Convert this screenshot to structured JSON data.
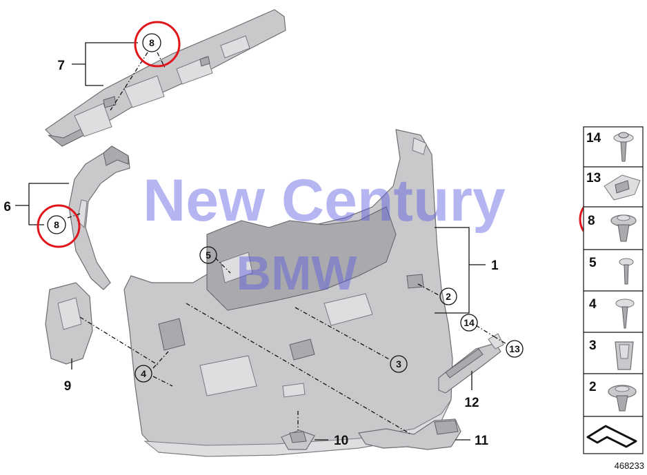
{
  "watermark": {
    "line1": "New Century",
    "line2": "BMW",
    "color": "#5a5adf"
  },
  "highlight_color": "#e0141b",
  "callouts": {
    "c1": "1",
    "c2": "2",
    "c3": "3",
    "c4": "4",
    "c5": "5",
    "c6": "6",
    "c7": "7",
    "c8a": "8",
    "c8b": "8",
    "c9": "9",
    "c10": "10",
    "c11": "11",
    "c12": "12",
    "c13": "13",
    "c14": "14"
  },
  "catalog": [
    "14",
    "13",
    "8",
    "5",
    "4",
    "3",
    "2"
  ],
  "reference_number": "468233"
}
